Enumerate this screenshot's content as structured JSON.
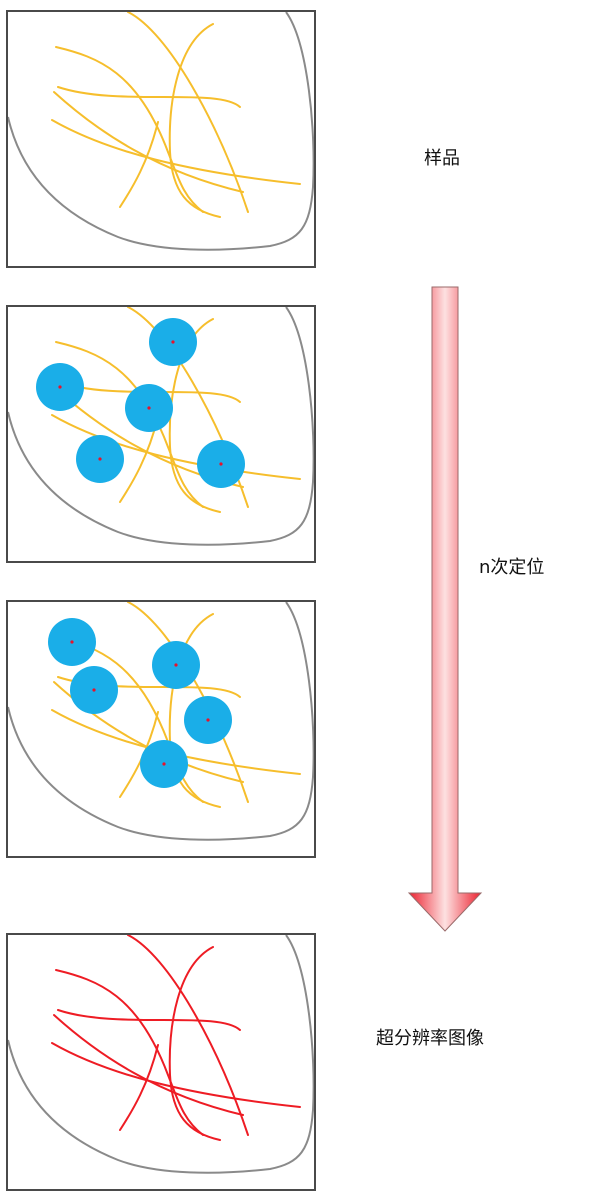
{
  "labels": {
    "sample": "样品",
    "localization_steps": "n次定位",
    "result": "超分辨率图像"
  },
  "colors": {
    "fiber": "#f6be2c",
    "fiber_final": "#ee1c24",
    "emitter": "#1aaee8",
    "emitter_center": "#e8122a",
    "outline": "#8a8a8a",
    "frame": "#4a4a4a",
    "arrow_light": "#fde1e1",
    "arrow_dark": "#ec2230"
  },
  "icons": {
    "process_arrow": "down-arrow-icon"
  }
}
